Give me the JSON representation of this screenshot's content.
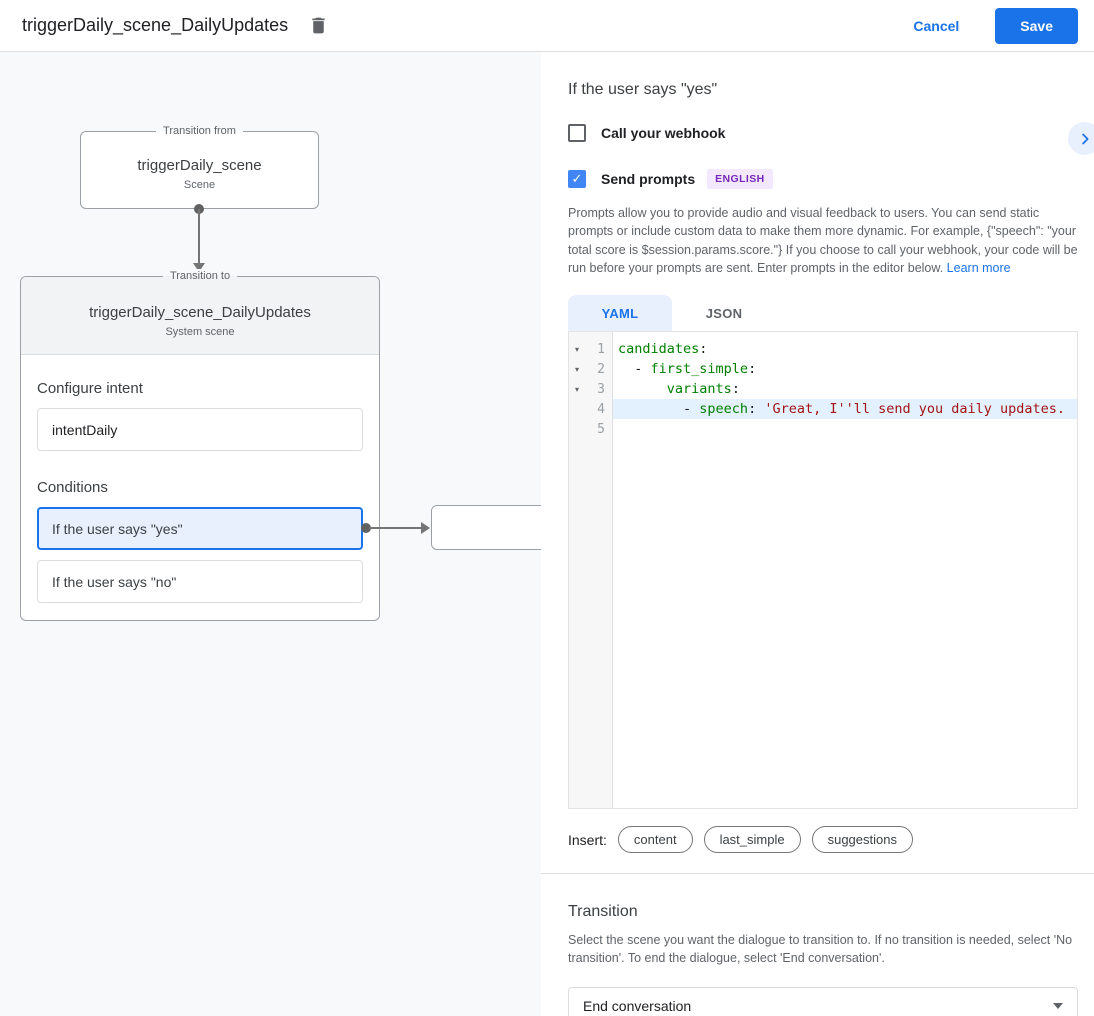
{
  "header": {
    "title": "triggerDaily_scene_DailyUpdates",
    "cancel_label": "Cancel",
    "save_label": "Save"
  },
  "diagram": {
    "from_scene": {
      "legend": "Transition from",
      "name": "triggerDaily_scene",
      "type": "Scene"
    },
    "to_scene": {
      "legend": "Transition to",
      "name": "triggerDaily_scene_DailyUpdates",
      "type": "System scene"
    },
    "configure_intent": {
      "label": "Configure intent",
      "value": "intentDaily"
    },
    "conditions": {
      "label": "Conditions",
      "items": [
        "If the user says \"yes\"",
        "If the user says \"no\""
      ],
      "selected_index": 0
    }
  },
  "panel": {
    "title": "If the user says \"yes\"",
    "webhook": {
      "label": "Call your webhook",
      "checked": false
    },
    "prompts": {
      "label": "Send prompts",
      "checked": true,
      "language_badge": "ENGLISH"
    },
    "description": "Prompts allow you to provide audio and visual feedback to users. You can send static prompts or include custom data to make them more dynamic. For example, {\"speech\": \"your total score is $session.params.score.\"} If you choose to call your webhook, your code will be run before your prompts are sent. Enter prompts in the editor below. ",
    "learn_more": "Learn more",
    "tabs": [
      {
        "label": "YAML",
        "active": true
      },
      {
        "label": "JSON",
        "active": false
      }
    ],
    "editor": {
      "lines": [
        {
          "num": "1",
          "fold": true,
          "active": false,
          "pre": "",
          "key": "candidates",
          "post": ":",
          "value": ""
        },
        {
          "num": "2",
          "fold": true,
          "active": false,
          "pre": "  - ",
          "key": "first_simple",
          "post": ":",
          "value": ""
        },
        {
          "num": "3",
          "fold": true,
          "active": false,
          "pre": "      ",
          "key": "variants",
          "post": ":",
          "value": ""
        },
        {
          "num": "4",
          "fold": false,
          "active": true,
          "pre": "        - ",
          "key": "speech",
          "post": ": ",
          "value": "'Great, I''ll send you daily updates."
        },
        {
          "num": "5",
          "fold": false,
          "active": false,
          "pre": "",
          "key": "",
          "post": "",
          "value": ""
        }
      ]
    },
    "insert": {
      "label": "Insert:",
      "chips": [
        "content",
        "last_simple",
        "suggestions"
      ]
    },
    "transition": {
      "title": "Transition",
      "description": "Select the scene you want the dialogue to transition to. If no transition is needed, select 'No transition'. To end the dialogue, select 'End conversation'.",
      "selected": "End conversation"
    }
  },
  "icons": {
    "check_icon": "✓",
    "fold_icon": "▾"
  },
  "colors": {
    "accent_blue": "#1a73e8",
    "checkbox_blue": "#4285f4",
    "selection_light_blue": "#e8f0fe",
    "active_line_blue": "#e3f0fd",
    "badge_purple_text": "#7627bb",
    "badge_purple_bg": "#f3e8fd",
    "code_key_green": "#008000",
    "code_string_red": "#a31515",
    "canvas_bg": "#f8f9fa"
  }
}
